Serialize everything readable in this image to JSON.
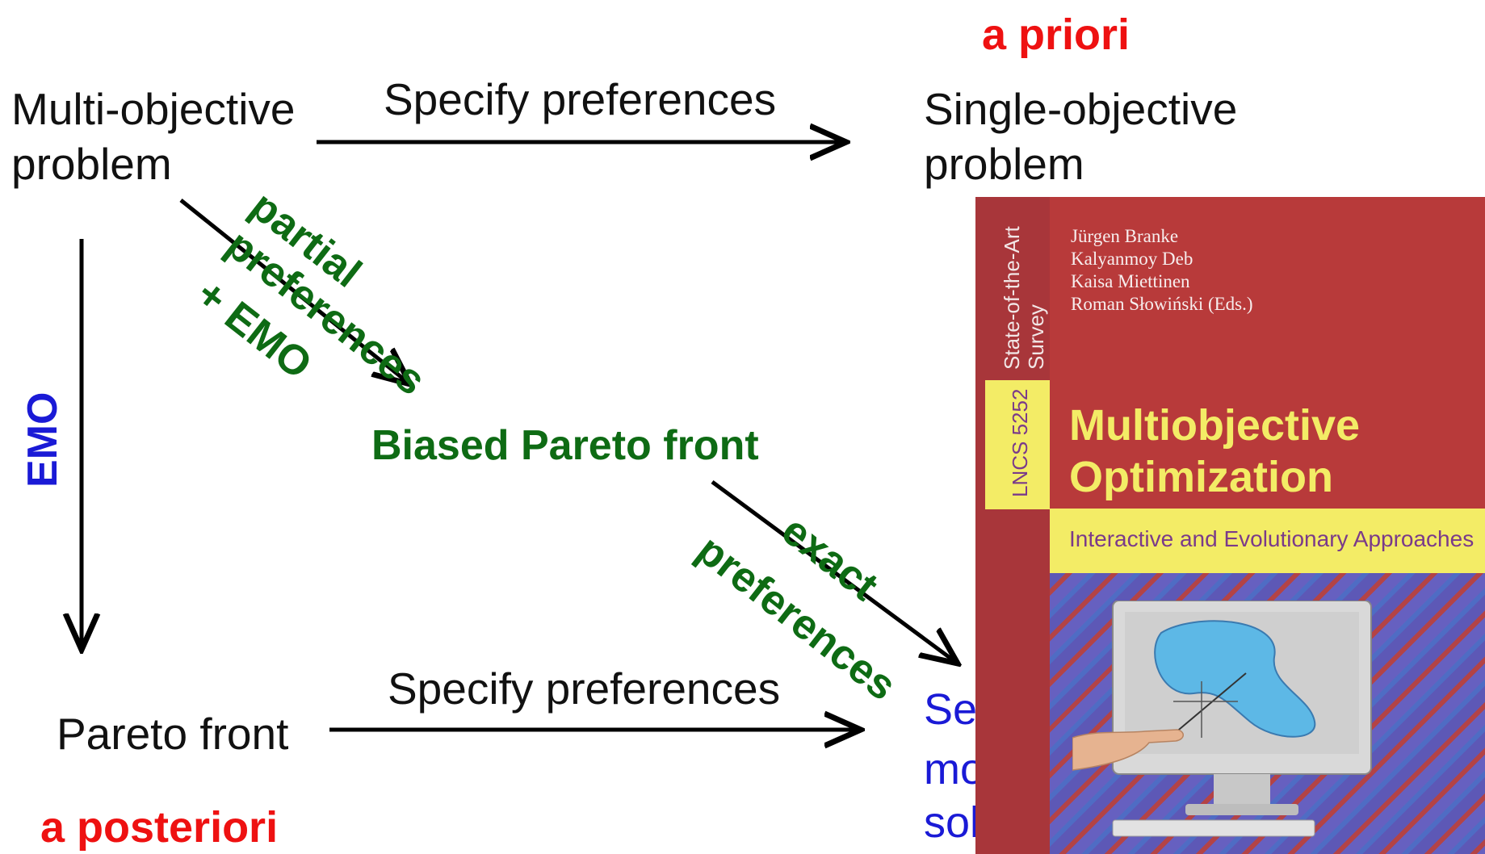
{
  "diagram": {
    "a_priori": "a priori",
    "a_posteriori": "a posteriori",
    "multi_objective": [
      "Multi-objective",
      "problem"
    ],
    "single_objective": [
      "Single-objective",
      "problem"
    ],
    "specify_top": "Specify preferences",
    "specify_bottom": "Specify preferences",
    "partial_label": [
      "partial",
      "preferences",
      "+ EMO"
    ],
    "biased_front": "Biased Pareto front",
    "exact_label": [
      "exact",
      "preferences"
    ],
    "emo": "EMO",
    "pareto_front": "Pareto front",
    "selected_solution_partial": [
      "Se",
      "mo",
      "sol"
    ]
  },
  "book": {
    "authors": [
      "Jürgen Branke",
      "Kalyanmoy Deb",
      "Kaisa Miettinen",
      "Roman Słowiński (Eds.)"
    ],
    "series": [
      "State-of-the-Art",
      "Survey"
    ],
    "lncs": "LNCS 5252",
    "title": [
      "Multiobjective",
      "Optimization"
    ],
    "subtitle": "Interactive and Evolutionary Approaches"
  },
  "colors": {
    "red": "#ee1111",
    "green": "#0e6b14",
    "blue": "#1a1ad6",
    "book_red": "#b83a3a",
    "book_yellow": "#f3ec66"
  }
}
